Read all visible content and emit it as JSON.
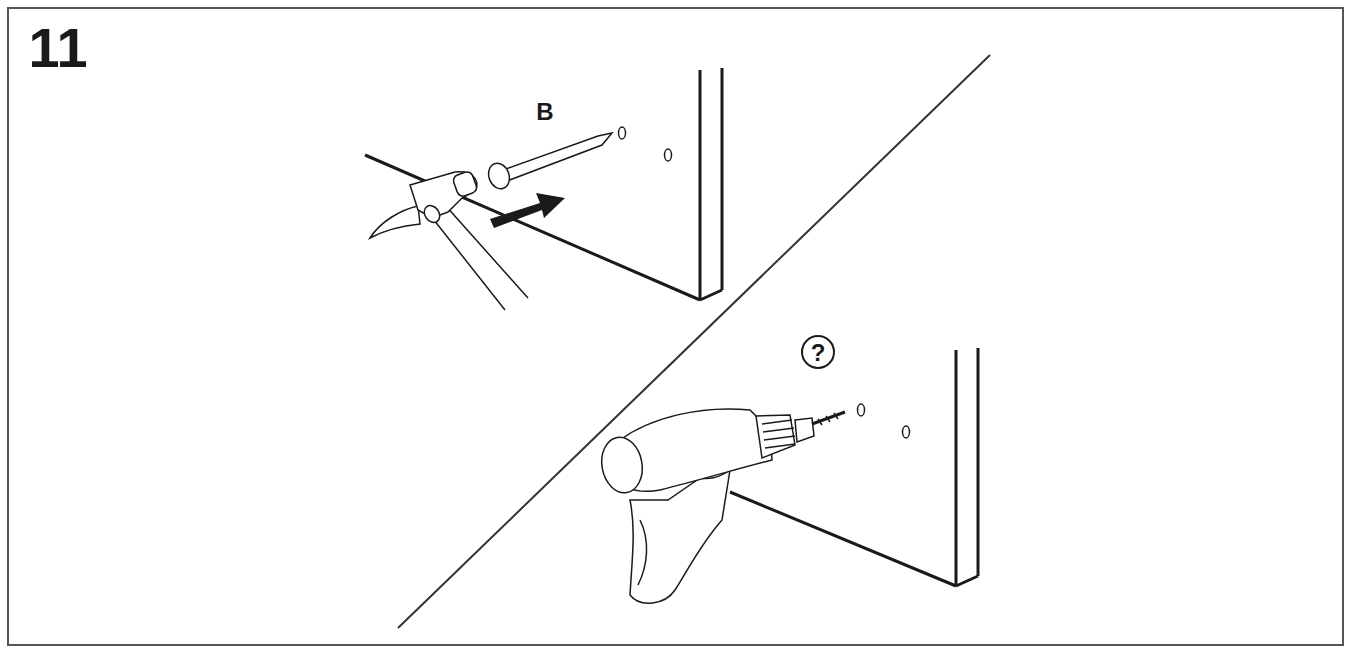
{
  "diagram": {
    "labels": [
      "11",
      "B",
      "?"
    ]
  }
}
